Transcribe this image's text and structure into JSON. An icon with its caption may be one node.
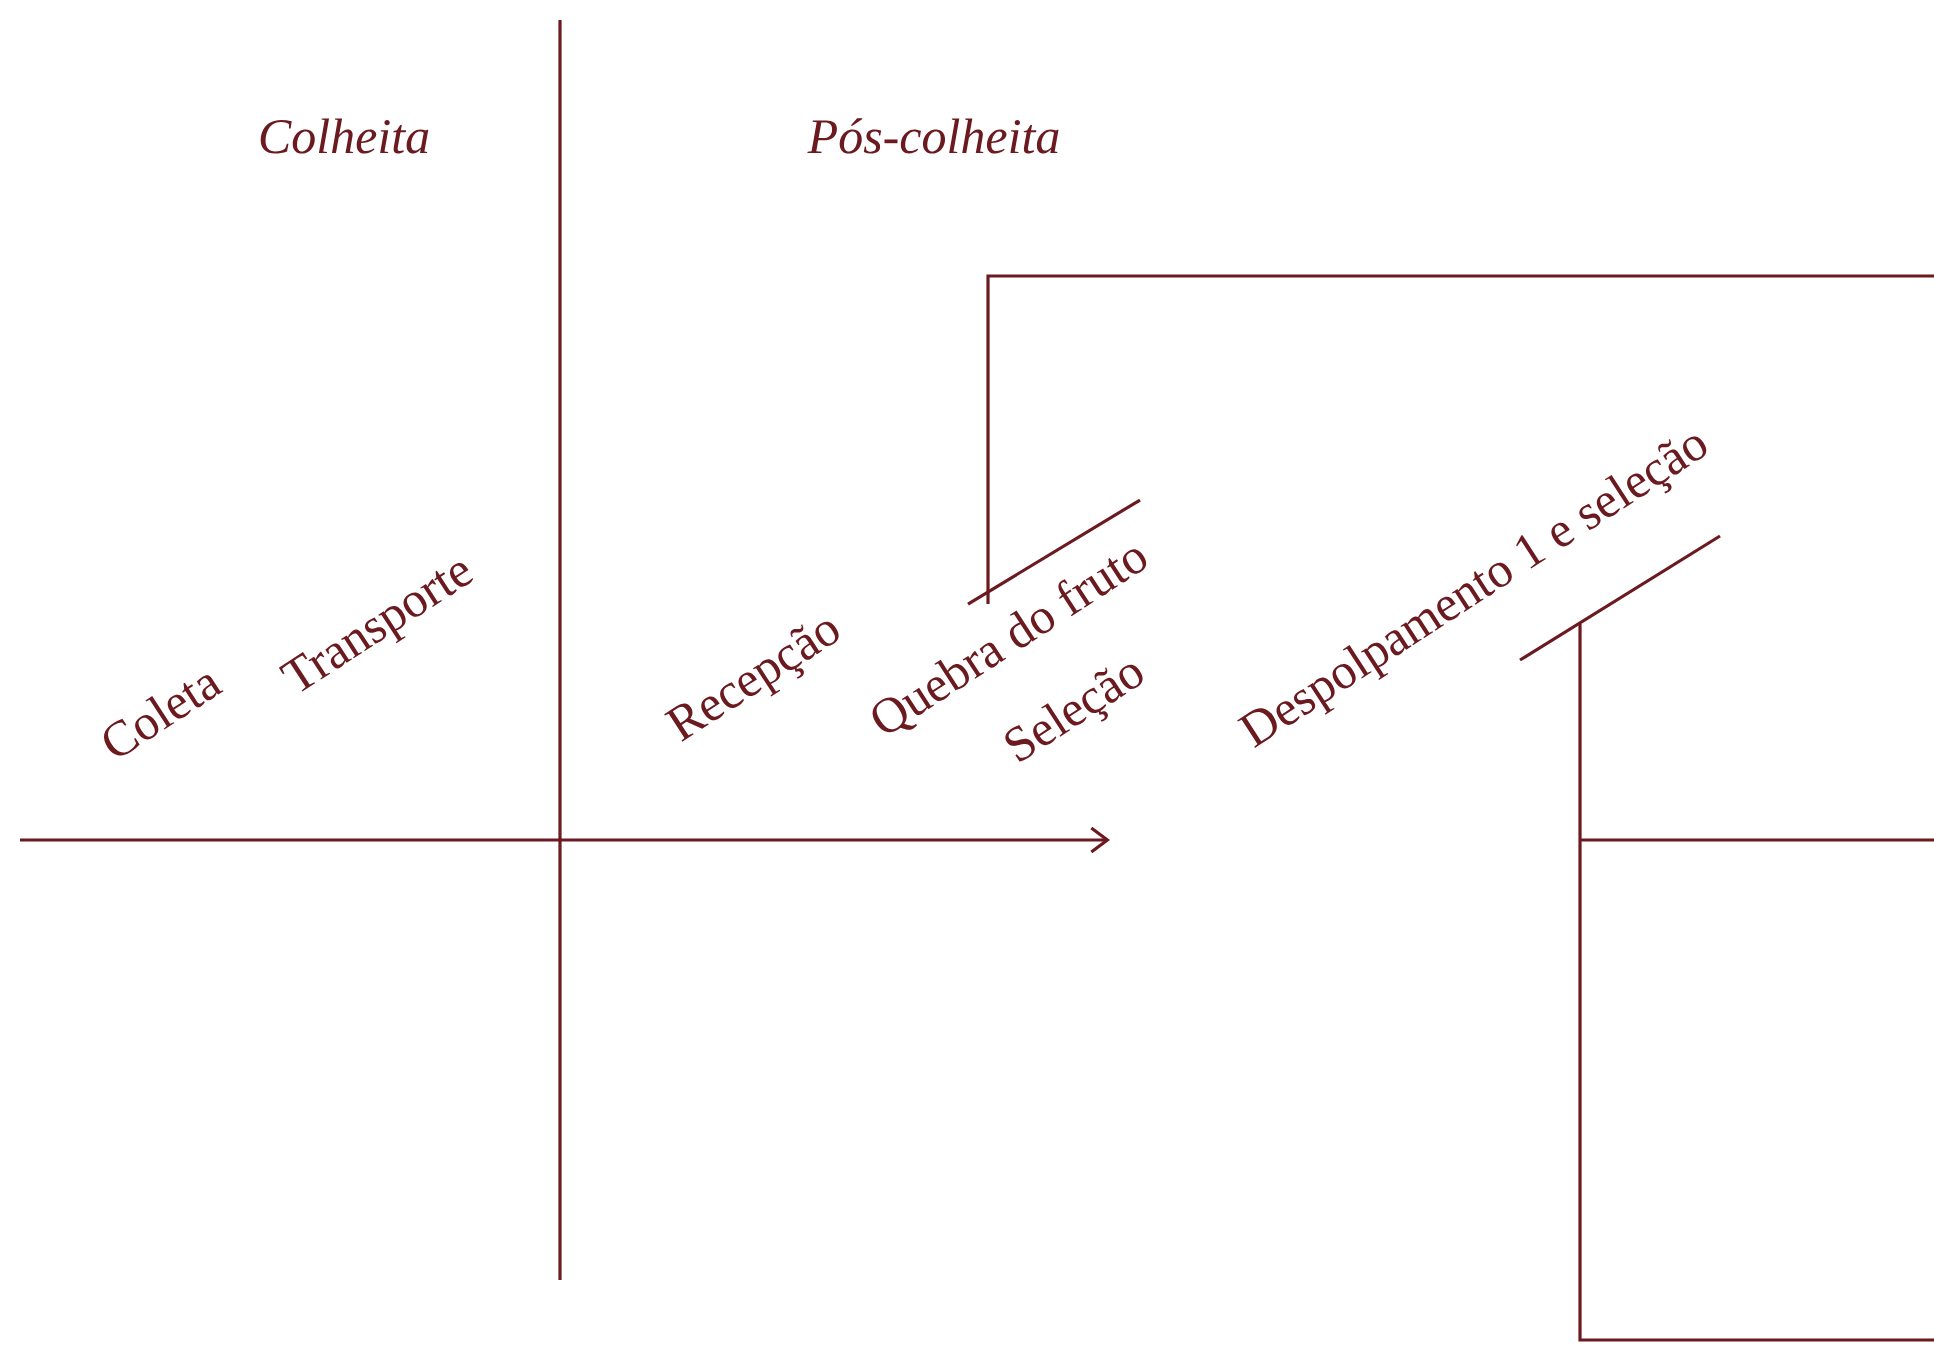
{
  "diagram": {
    "labels": [
      "Colheita",
      "Pós-colheita",
      "Despolpamento 1 e seleção",
      "Quebra do fruto",
      "Transporte",
      "Recepção",
      "Seleção",
      "Coleta"
    ]
  }
}
